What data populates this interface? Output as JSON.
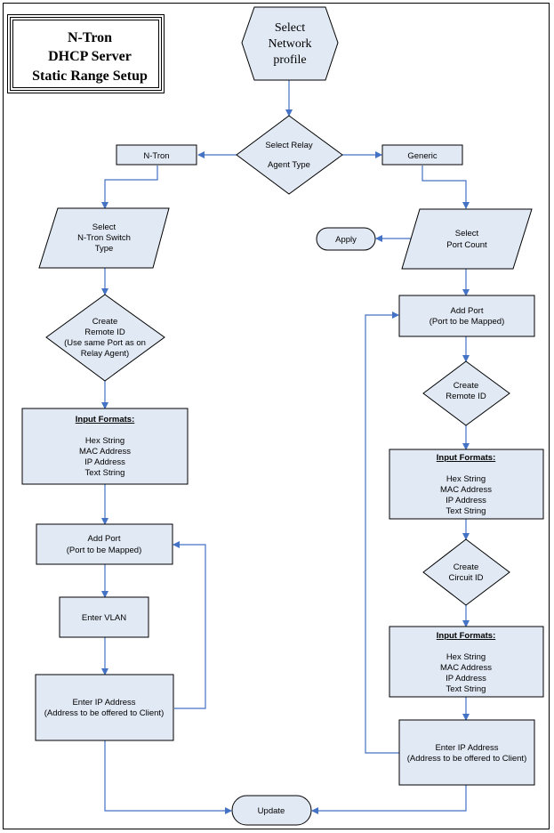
{
  "title": {
    "line1": "N-Tron",
    "line2": "DHCP Server",
    "line3": "Static  Range Setup"
  },
  "nodes": {
    "select_network_profile": [
      "Select",
      "Network",
      "profile"
    ],
    "select_relay_agent_type": [
      "Select Relay",
      "Agent Type"
    ],
    "ntron_branch": [
      "N-Tron"
    ],
    "generic_branch": [
      "Generic"
    ],
    "select_ntron_switch_type": [
      "Select",
      "N-Tron Switch",
      "Type"
    ],
    "select_port_count": [
      "Select",
      "Port Count"
    ],
    "apply": [
      "Apply"
    ],
    "create_remote_id_left": [
      "Create",
      "Remote ID",
      "(Use same Port as on",
      "Relay Agent)"
    ],
    "input_formats_left": {
      "heading": "Input Formats:",
      "items": [
        "Hex String",
        "MAC Address",
        "IP Address",
        "Text String"
      ]
    },
    "add_port_left": [
      "Add Port",
      "(Port to be Mapped)"
    ],
    "enter_vlan": [
      "Enter VLAN"
    ],
    "enter_ip_left": [
      "Enter IP Address",
      "(Address to be offered to Client)"
    ],
    "add_port_right": [
      "Add Port",
      "(Port to be Mapped)"
    ],
    "create_remote_id_right": [
      "Create",
      "Remote ID"
    ],
    "input_formats_right_1": {
      "heading": "Input Formats:",
      "items": [
        "Hex String",
        "MAC Address",
        "IP Address",
        "Text String"
      ]
    },
    "create_circuit_id": [
      "Create",
      "Circuit ID"
    ],
    "input_formats_right_2": {
      "heading": "Input Formats:",
      "items": [
        "Hex String",
        "MAC Address",
        "IP Address",
        "Text String"
      ]
    },
    "enter_ip_right": [
      "Enter IP Address",
      "(Address to be offered to Client)"
    ],
    "update": [
      "Update"
    ]
  },
  "colors": {
    "shape_fill": "#e1e9f4",
    "shape_stroke": "#000000",
    "connector": "#4472c4"
  }
}
